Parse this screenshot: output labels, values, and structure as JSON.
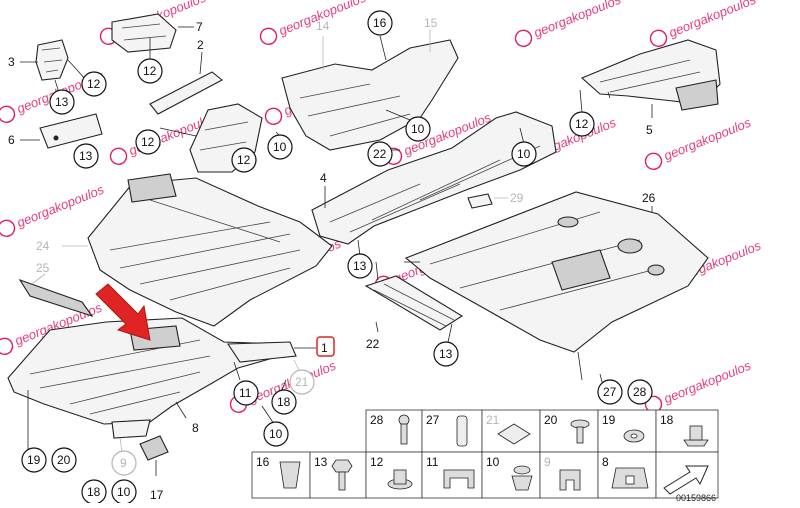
{
  "watermark": {
    "text": "georgakopoulos",
    "color": "#e21b6b"
  },
  "callouts": {
    "c1": "1",
    "c2": "2",
    "c3": "3",
    "c4": "4",
    "c5": "5",
    "c6": "6",
    "c7": "7",
    "c8": "8",
    "c9": "9",
    "c10": "10",
    "c11": "11",
    "c12": "12",
    "c13": "13",
    "c14": "14",
    "c15": "15",
    "c16": "16",
    "c17": "17",
    "c18": "18",
    "c19": "19",
    "c20": "20",
    "c21": "21",
    "c22": "22",
    "c24": "24",
    "c25": "25",
    "c26": "26",
    "c27": "27",
    "c28": "28",
    "c29": "29"
  },
  "legend": {
    "row1": [
      "28",
      "27",
      "21",
      "20",
      "19",
      "18"
    ],
    "row2": [
      "16",
      "13",
      "12",
      "11",
      "10",
      "9",
      "8"
    ]
  },
  "diagram_code": "00159866",
  "highlight_color": "#e02424",
  "arrow_color": "#e02424"
}
